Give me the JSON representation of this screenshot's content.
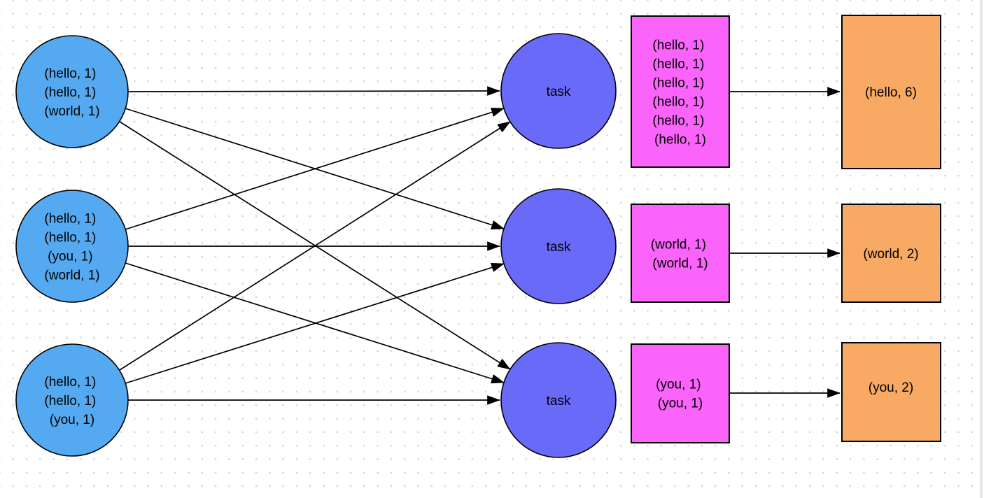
{
  "diagram_title": "wordcount-mapreduce-dataflow",
  "colors": {
    "map_node_fill": "#55A9F0",
    "task_node_fill": "#6A6AF8",
    "shuffle_box_fill": "#FA64FA",
    "result_box_fill": "#F8A963",
    "edge_stroke": "#000000",
    "background_dot": "#d5d5d5"
  },
  "map_nodes": [
    {
      "lines": [
        "(hello, 1)",
        "(hello, 1)",
        "(world, 1)"
      ]
    },
    {
      "lines": [
        "(hello, 1)",
        "(hello, 1)",
        "(you, 1)",
        "(world, 1)"
      ]
    },
    {
      "lines": [
        "(hello, 1)",
        "(hello, 1)",
        "(you, 1)"
      ]
    }
  ],
  "task_nodes": [
    {
      "label": "task"
    },
    {
      "label": "task"
    },
    {
      "label": "task"
    }
  ],
  "shuffle_boxes": [
    {
      "lines": [
        "(hello, 1)",
        "(hello, 1)",
        "(hello, 1)",
        "(hello, 1)",
        "(hello, 1)",
        "(hello, 1)"
      ]
    },
    {
      "lines": [
        "(world, 1)",
        "(world, 1)"
      ]
    },
    {
      "lines": [
        "(you, 1)",
        "(you, 1)"
      ]
    }
  ],
  "result_boxes": [
    {
      "label": "(hello, 6)"
    },
    {
      "label": "(world, 2)"
    },
    {
      "label": "(you, 2)"
    }
  ]
}
